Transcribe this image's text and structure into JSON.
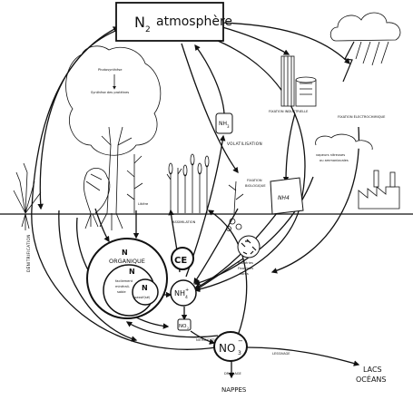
{
  "title": {
    "prefix": "N",
    "subscript": "2",
    "word": "atmosphère"
  },
  "labels": {
    "photosynthesis": "Photosynthèse",
    "protein_synthesis": "Synthèse des protéines",
    "nh3": "NH",
    "nh3_sub": "3",
    "volatilisation": "VOLATILISATION",
    "industrial_fixation": "FIXATION INDUSTRIELLE",
    "electrochemical_fixation": "FIXATION ÉLECTROCHIMIQUE",
    "nitrous_vapours_1": "vapeurs nitreuses",
    "nitrous_vapours_2": "ou ammoniacales",
    "biological_fixation_1": "FIXATION",
    "biological_fixation_2": "BIOLOGIQUE",
    "fertilizer_bag": "NH4",
    "litter": "Litière",
    "assimilation": "ASSIMILATION",
    "denitrification": "DÉNITRIFICATION",
    "n_organic_symbol": "N",
    "n_organic_word": "ORGANIQUE",
    "n_mineralizable_symbol": "N",
    "mineralizable_1": "facilement",
    "mineralizable_2": "minérali-",
    "mineralizable_3": "sable",
    "n_passive_symbol": "N",
    "passive_word": "passif(sé)",
    "ce": "CE",
    "nh4": "NH",
    "nh4_sup": "+",
    "nh4_sub": "4",
    "bacteria_1": "Bactéries",
    "bacteria_2": "Fixatrices",
    "bacteria_3": "libres",
    "no2": "NO",
    "no2_sub": "2",
    "nitrification": "NITRIFICATION",
    "no3": "NO",
    "no3_sub": "3",
    "no3_sup": "−",
    "leaching": "LESSIVAGE",
    "drainage": "DRAINAGE",
    "groundwater": "NAPPES",
    "lakes": "LACS",
    "oceans": "OCÉANS"
  }
}
